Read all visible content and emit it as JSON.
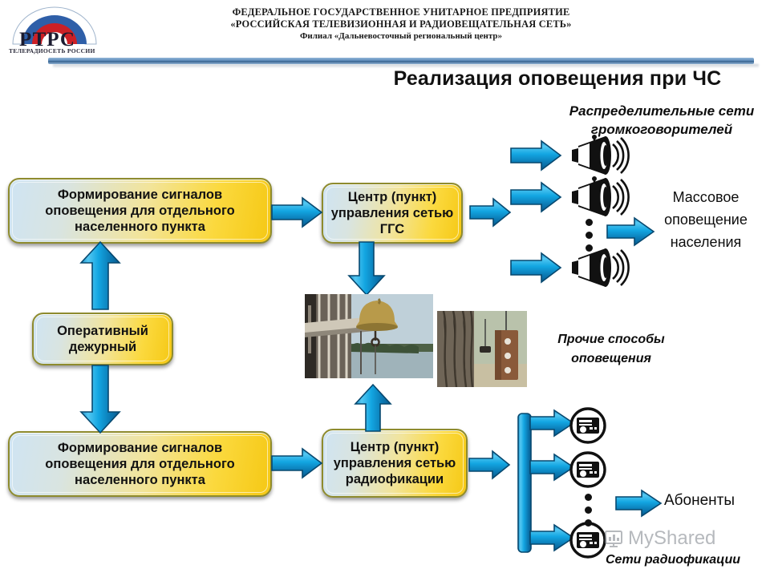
{
  "header": {
    "logo": {
      "name": "РТРС",
      "tagline": "ТЕЛЕРАДИОСЕТЬ РОССИИ",
      "colors": {
        "blue": "#2f5fa8",
        "red": "#cc2026",
        "white": "#ffffff"
      }
    },
    "org_line1": "ФЕДЕРАЛЬНОЕ ГОСУДАРСТВЕННОЕ УНИТАРНОЕ ПРЕДПРИЯТИЕ",
    "org_line2": "«РОССИЙСКАЯ ТЕЛЕВИЗИОННАЯ И РАДИОВЕЩАТЕЛЬНАЯ СЕТЬ»",
    "org_line3": "Филиал «Дальневосточный региональный центр»",
    "rule_color": "#4f7fae"
  },
  "slide": {
    "title": "Реализация оповещения при ЧС"
  },
  "boxes": {
    "signal_top": "Формирование сигналов оповещения для отдельного населенного пункта",
    "signal_bottom": "Формирование сигналов оповещения для отдельного населенного пункта",
    "duty_officer": "Оперативный дежурный",
    "ggs_center": "Центр (пункт) управления сетью ГГС",
    "radio_center": "Центр (пункт) управления сетью радиофикации"
  },
  "labels": {
    "loudspeaker_networks": "Распределительные сети громкоговорителей",
    "mass_notification": "Массовое оповещение населения",
    "other_methods": "Прочие способы оповещения",
    "subscribers": "Абоненты",
    "radio_networks": "Сети радиофикации"
  },
  "icons": {
    "loudspeaker": "loudspeaker-horn-icon",
    "radio_receiver": "radio-receiver-icon",
    "arrow": "arrow-right-icon",
    "ellipsis": "vertical-ellipsis-icon"
  },
  "photos": {
    "bell": "church-bell-photo",
    "rail": "hanging-rail-gong-photo"
  },
  "watermark": {
    "text": "MyShared",
    "color": "#8a8f96"
  },
  "theme": {
    "box_border": "#8e8b2e",
    "box_gradient_start": "#cfe4f3",
    "box_gradient_end": "#f5c814",
    "arrow_color": "#14a3e0",
    "arrow_dark": "#0a5c8f"
  }
}
